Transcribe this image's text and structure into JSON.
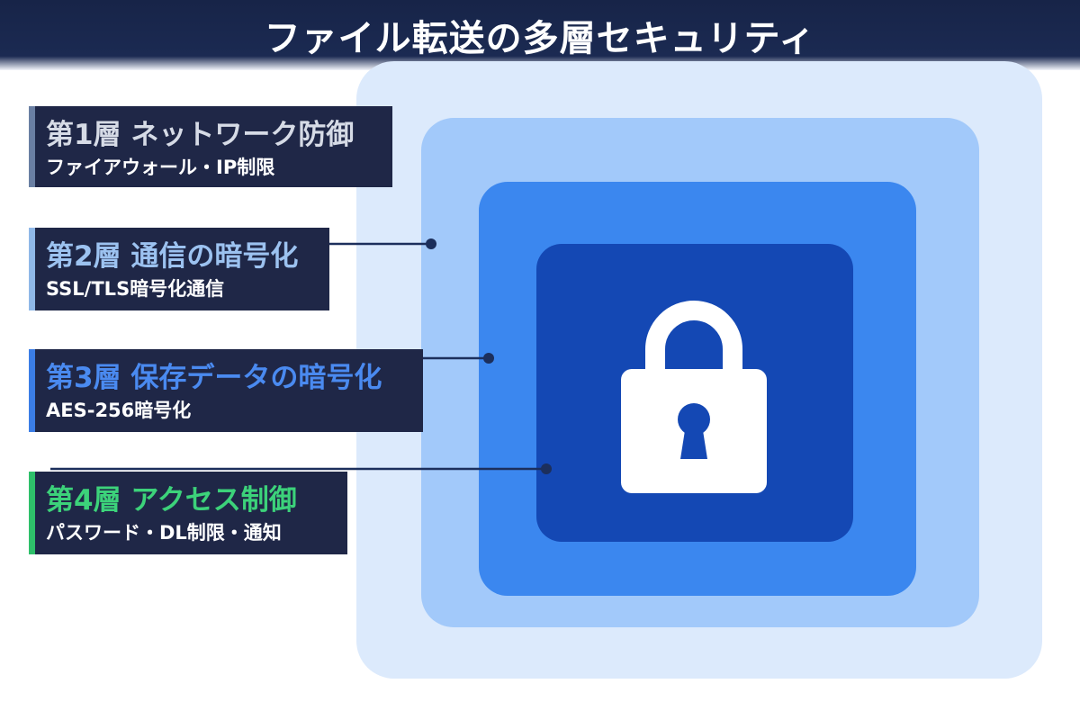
{
  "header": {
    "title": "ファイル転送の多層セキュリティ"
  },
  "layers": [
    {
      "title": "第1層 ネットワーク防御",
      "subtitle": "ファイアウォール・IP制限",
      "color": "#dceafc"
    },
    {
      "title": "第2層 通信の暗号化",
      "subtitle": "SSL/TLS暗号化通信",
      "color": "#a2c9fa"
    },
    {
      "title": "第3層 保存データの暗号化",
      "subtitle": "AES-256暗号化",
      "color": "#3b87ef"
    },
    {
      "title": "第4層 アクセス制御",
      "subtitle": "パスワード・DL制限・通知",
      "color": "#1448b4"
    }
  ],
  "center_icon": "padlock-icon"
}
